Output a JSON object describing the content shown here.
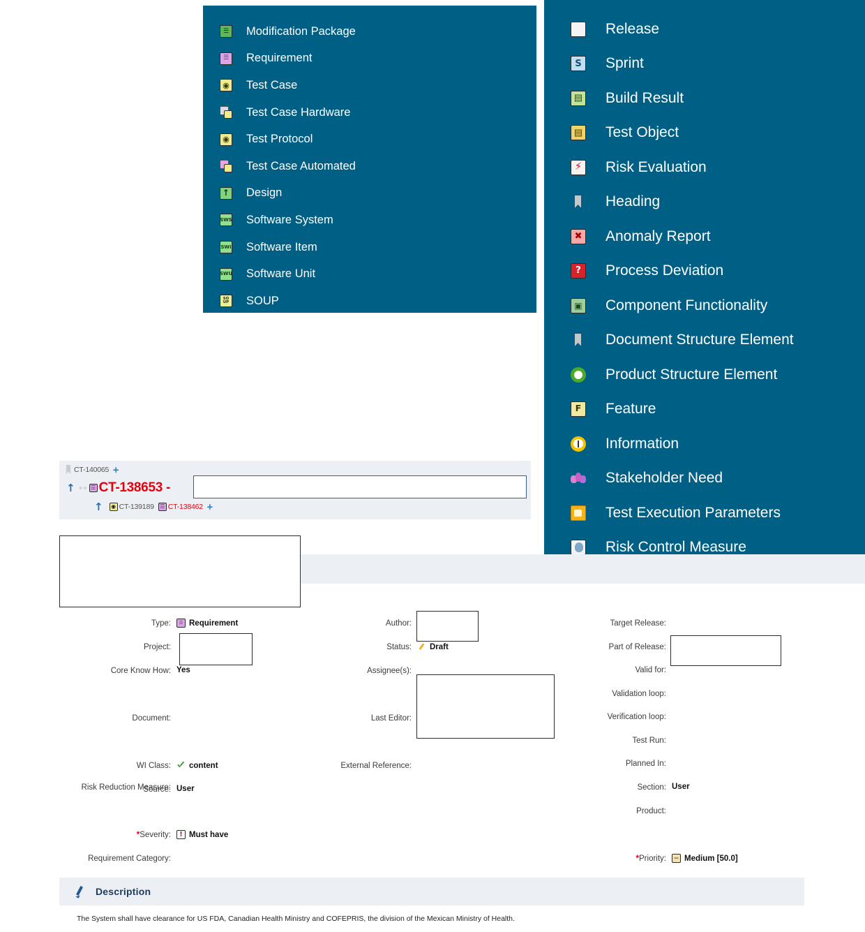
{
  "theme": {
    "panel_bg": "#005f84",
    "panel_text": "#ffffff",
    "band_bg": "#eceff3",
    "accent_red": "#e8000d",
    "accent_blue": "#1f6fb4",
    "heading_blue": "#1b3c5e"
  },
  "left_menu": {
    "items": [
      {
        "label": "Modification Package",
        "icon": "modification-package-icon"
      },
      {
        "label": "Requirement",
        "icon": "requirement-icon"
      },
      {
        "label": "Test Case",
        "icon": "test-case-icon"
      },
      {
        "label": "Test Case Hardware",
        "icon": "test-case-hardware-icon"
      },
      {
        "label": "Test Protocol",
        "icon": "test-protocol-icon"
      },
      {
        "label": "Test Case Automated",
        "icon": "test-case-automated-icon"
      },
      {
        "label": "Design",
        "icon": "design-icon"
      },
      {
        "label": "Software System",
        "icon": "software-system-icon"
      },
      {
        "label": "Software Item",
        "icon": "software-item-icon"
      },
      {
        "label": "Software Unit",
        "icon": "software-unit-icon"
      },
      {
        "label": "SOUP",
        "icon": "soup-icon"
      }
    ]
  },
  "right_menu": {
    "items": [
      {
        "label": "Release",
        "icon": "release-icon"
      },
      {
        "label": "Sprint",
        "icon": "sprint-icon"
      },
      {
        "label": "Build Result",
        "icon": "build-result-icon"
      },
      {
        "label": "Test Object",
        "icon": "test-object-icon"
      },
      {
        "label": "Risk Evaluation",
        "icon": "risk-evaluation-icon"
      },
      {
        "label": "Heading",
        "icon": "heading-icon"
      },
      {
        "label": "Anomaly Report",
        "icon": "anomaly-report-icon"
      },
      {
        "label": "Process Deviation",
        "icon": "process-deviation-icon"
      },
      {
        "label": "Component Functionality",
        "icon": "component-functionality-icon"
      },
      {
        "label": "Document Structure Element",
        "icon": "document-structure-element-icon"
      },
      {
        "label": "Product Structure Element",
        "icon": "product-structure-element-icon"
      },
      {
        "label": "Feature",
        "icon": "feature-icon"
      },
      {
        "label": "Information",
        "icon": "information-icon"
      },
      {
        "label": "Stakeholder Need",
        "icon": "stakeholder-need-icon"
      },
      {
        "label": "Test Execution Parameters",
        "icon": "test-execution-parameters-icon"
      },
      {
        "label": "Risk Control Measure",
        "icon": "risk-control-measure-icon"
      }
    ]
  },
  "breadcrumb": {
    "parent_id": "CT-140065",
    "current_id": "CT-138653",
    "separator": "-",
    "children": [
      {
        "id": "CT-139189",
        "color": "dark"
      },
      {
        "id": "CT-138462",
        "color": "red"
      }
    ],
    "plus_label": "+",
    "title_value": ""
  },
  "form": {
    "left": [
      {
        "label": "Type:",
        "value": "Requirement",
        "icon": "requirement-icon"
      },
      {
        "label": "Project:",
        "value": ""
      },
      {
        "label": "Core Know How:",
        "value": "Yes"
      },
      {
        "label": "",
        "value": ""
      },
      {
        "label": "Document:",
        "value": ""
      },
      {
        "label": "",
        "value": ""
      },
      {
        "label": "WI Class:",
        "value": "content",
        "icon": "check-icon"
      },
      {
        "label": "Source:",
        "value": "User"
      }
    ],
    "left_lower": [
      {
        "label": "Risk Reduction Measure:",
        "value": ""
      },
      {
        "label": "",
        "value": ""
      },
      {
        "label": "Severity:",
        "value": "Must have",
        "icon": "severity-icon",
        "required": true
      },
      {
        "label": "Requirement Category:",
        "value": ""
      }
    ],
    "middle": [
      {
        "label": "Author:",
        "value": ""
      },
      {
        "label": "Status:",
        "value": "Draft",
        "icon": "draft-pencil-icon"
      },
      {
        "label": "Assignee(s):",
        "value": ""
      },
      {
        "label": "",
        "value": ""
      },
      {
        "label": "Last Editor:",
        "value": ""
      },
      {
        "label": "",
        "value": ""
      },
      {
        "label": "External Reference:",
        "value": ""
      }
    ],
    "right": [
      {
        "label": "Target Release:",
        "value": ""
      },
      {
        "label": "Part of Release:",
        "value": ""
      },
      {
        "label": "Valid for:",
        "value": ""
      },
      {
        "label": "Validation loop:",
        "value": ""
      },
      {
        "label": "Verification loop:",
        "value": ""
      },
      {
        "label": "Test Run:",
        "value": ""
      },
      {
        "label": "Planned In:",
        "value": ""
      }
    ],
    "right_lower": [
      {
        "label": "Section:",
        "value": "User"
      },
      {
        "label": "Product:",
        "value": ""
      },
      {
        "label": "",
        "value": ""
      },
      {
        "label": "Priority:",
        "value": "Medium [50.0]",
        "icon": "priority-medium-icon",
        "required": true
      }
    ]
  },
  "description": {
    "heading": "Description",
    "body": "The System shall have clearance for US FDA, Canadian Health Ministry and COFEPRIS, the division of the Mexican Ministry of Health."
  }
}
